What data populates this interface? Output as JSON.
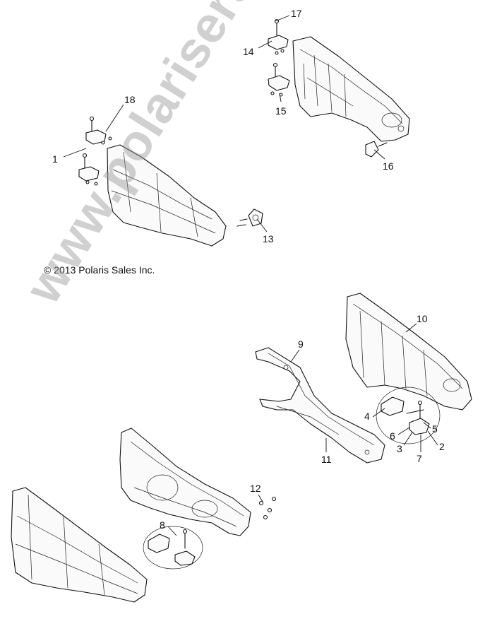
{
  "copyright": "© 2013 Polaris Sales Inc.",
  "watermark": "www.polarisersatzteile.de",
  "callouts": [
    {
      "id": "17",
      "label": "17"
    },
    {
      "id": "14",
      "label": "14"
    },
    {
      "id": "15",
      "label": "15"
    },
    {
      "id": "16",
      "label": "16"
    },
    {
      "id": "18",
      "label": "18"
    },
    {
      "id": "1",
      "label": "1"
    },
    {
      "id": "13",
      "label": "13"
    },
    {
      "id": "10",
      "label": "10"
    },
    {
      "id": "9",
      "label": "9"
    },
    {
      "id": "4",
      "label": "4"
    },
    {
      "id": "5",
      "label": "5"
    },
    {
      "id": "6",
      "label": "6"
    },
    {
      "id": "3",
      "label": "3"
    },
    {
      "id": "2",
      "label": "2"
    },
    {
      "id": "7",
      "label": "7"
    },
    {
      "id": "11",
      "label": "11"
    },
    {
      "id": "12",
      "label": "12"
    },
    {
      "id": "8",
      "label": "8"
    }
  ],
  "colors": {
    "line": "#111111",
    "watermark": "#969696",
    "background": "#ffffff"
  }
}
